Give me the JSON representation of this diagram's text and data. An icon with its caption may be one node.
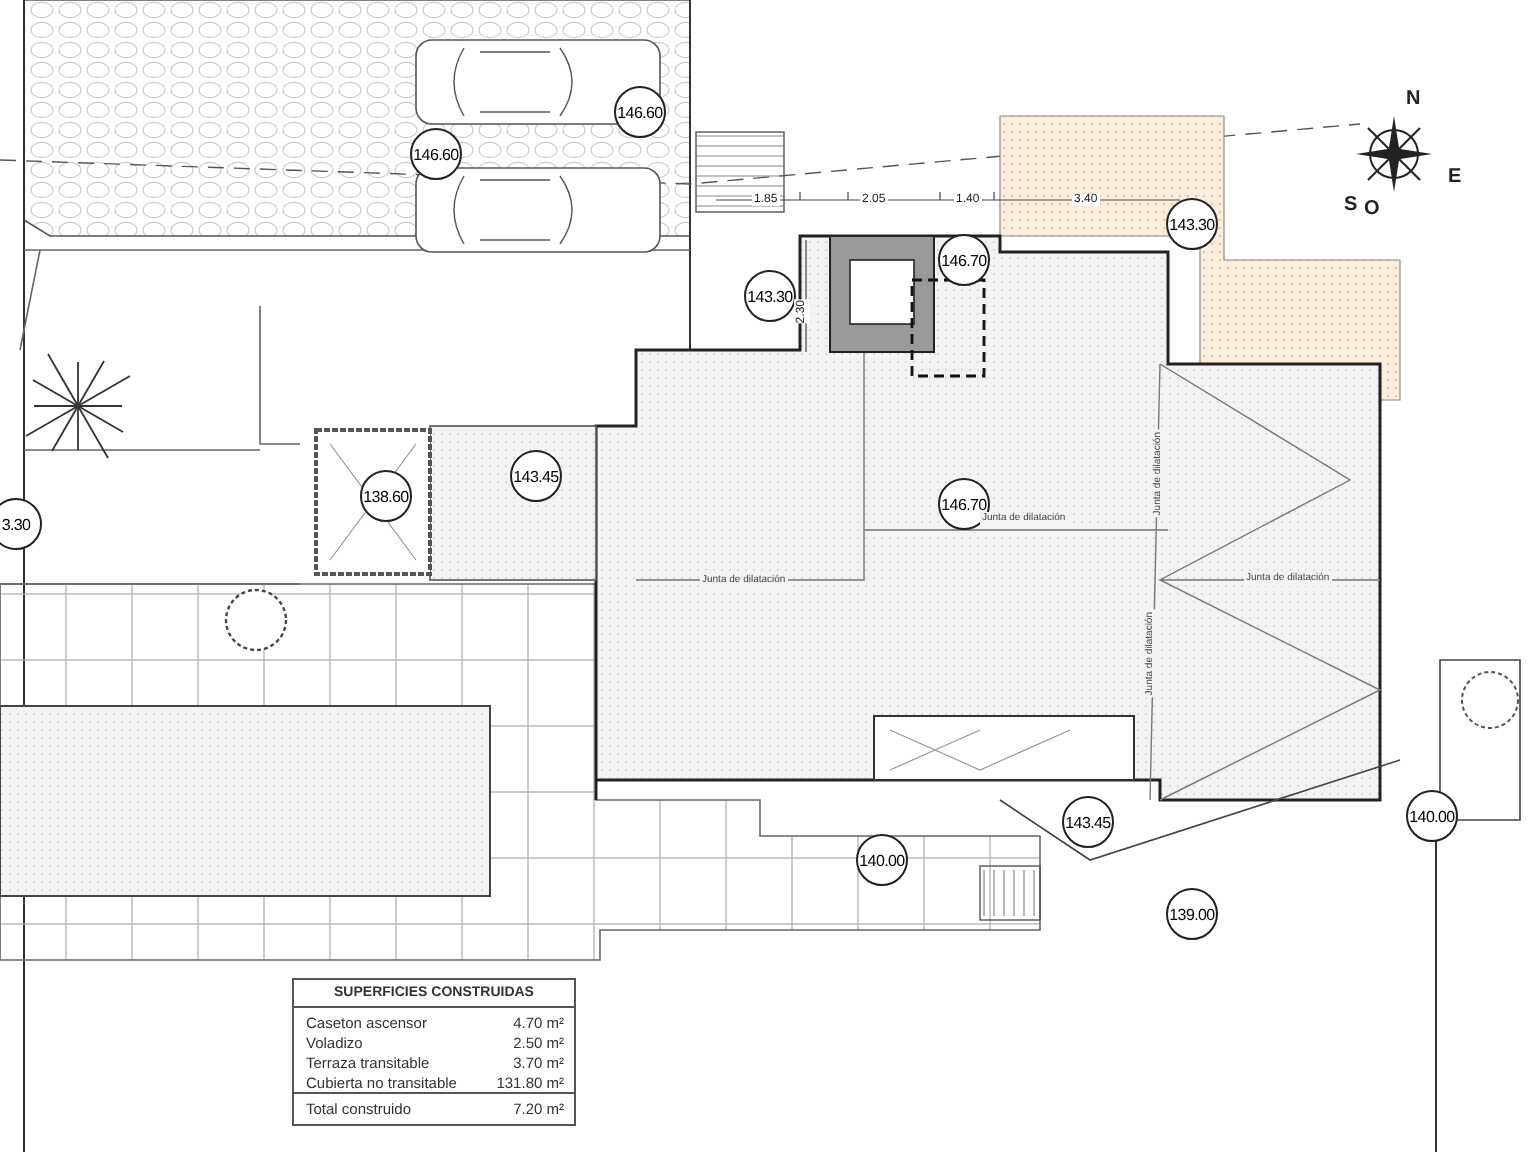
{
  "diagram": {
    "labels": [
      "N",
      "E",
      "S",
      "O",
      "146.60",
      "146.60",
      "1.85",
      "2.05",
      "1.40",
      "3.40",
      "143.30",
      "143.30",
      "2.30",
      "146.70",
      "3.30",
      "138.60",
      "143.45",
      "146.70",
      "Junta de dilatación",
      "Junta de dilatación",
      "Junta de dilatación",
      "Junta de dilatación",
      "Junta de dilatación",
      "143.45",
      "140.00",
      "140.00",
      "139.00",
      "SUPERFICIES CONSTRUIDAS",
      "Caseton ascensor",
      "4.70 m²",
      "Voladizo",
      "2.50 m²",
      "Terraza transitable",
      "3.70 m²",
      "Cubierta no transitable",
      "131.80 m²",
      "Total construido",
      "7.20 m²"
    ]
  }
}
